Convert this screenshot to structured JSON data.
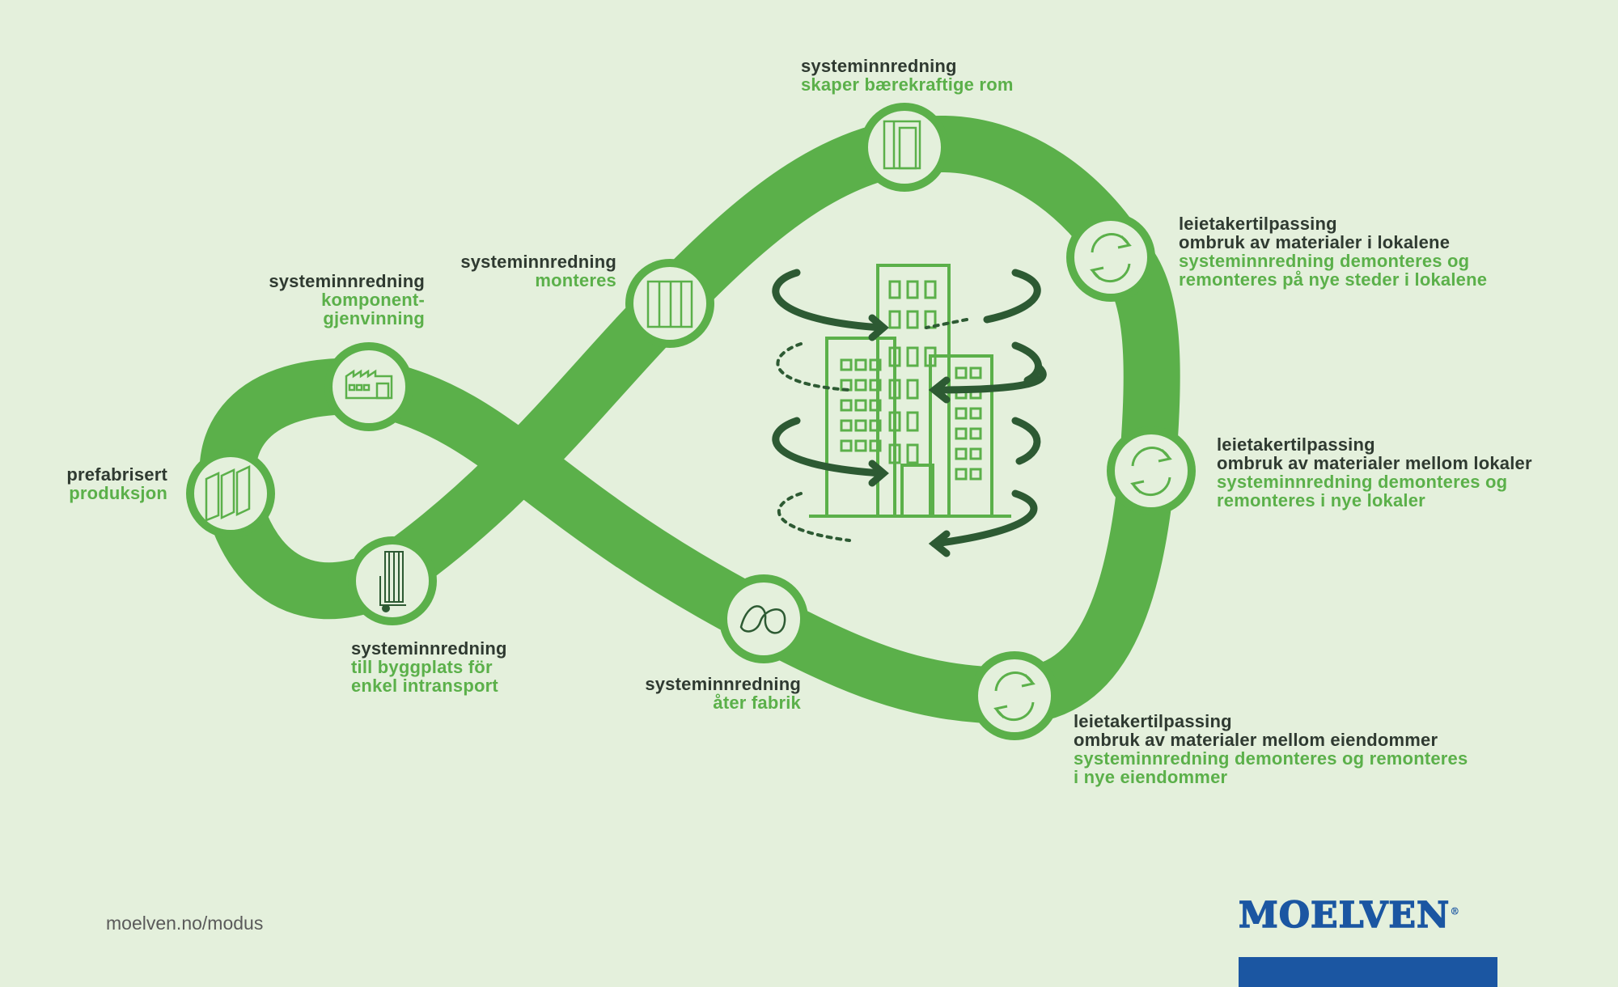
{
  "steps": [
    {
      "dark": [
        "systeminnredning"
      ],
      "green": [
        "skaper bærekraftige rom"
      ],
      "icon": "interior-wall-door-icon"
    },
    {
      "dark": [
        "systeminnredning"
      ],
      "green": [
        "monteres"
      ],
      "icon": "wall-panels-icon"
    },
    {
      "dark": [
        "systeminnredning"
      ],
      "green": [
        "komponent-",
        "gjenvinning"
      ],
      "icon": "factory-icon"
    },
    {
      "dark": [
        "prefabrisert"
      ],
      "green": [
        "produksjon"
      ],
      "icon": "panels-icon"
    },
    {
      "dark": [
        "systeminnredning"
      ],
      "green": [
        "till byggplats för",
        "enkel intransport"
      ],
      "icon": "hand-truck-icon"
    },
    {
      "dark": [
        "systeminnredning"
      ],
      "green": [
        "åter fabrik"
      ],
      "icon": "infinity-icon"
    },
    {
      "dark": [
        "leietakertilpassing",
        "ombruk av materialer i lokalene"
      ],
      "green": [
        "systeminnredning demonteres og",
        "remonteres på nye steder i lokalene"
      ],
      "icon": "recycle-icon"
    },
    {
      "dark": [
        "leietakertilpassing",
        "ombruk av materialer mellom lokaler"
      ],
      "green": [
        "systeminnredning demonteres og",
        "remonteres i nye lokaler"
      ],
      "icon": "recycle-icon"
    },
    {
      "dark": [
        "leietakertilpassing",
        "ombruk av materialer mellom eiendommer"
      ],
      "green": [
        "systeminnredning demonteres og remonteres",
        "i nye eiendommer"
      ],
      "icon": "recycle-icon"
    }
  ],
  "footer": {
    "url": "moelven.no/modus"
  },
  "logo": {
    "text": "MOELVEN",
    "mark": "®"
  },
  "colors": {
    "background": "#e4f0dc",
    "path": "#5bb04a",
    "dark_text": "#2f3a31",
    "arrow": "#2d5a33",
    "brand": "#1b56a2"
  }
}
